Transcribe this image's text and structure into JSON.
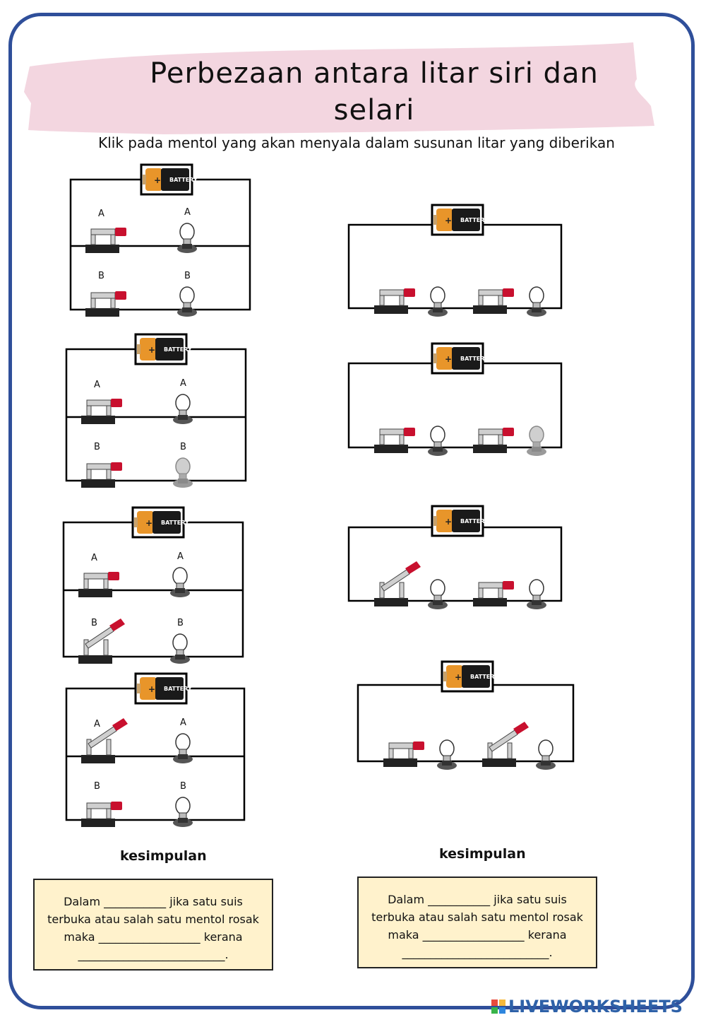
{
  "page": {
    "title_line1": "Perbezaan antara litar siri dan",
    "title_line2": "selari",
    "instruction": "Klik pada mentol yang akan menyala dalam susunan litar yang diberikan"
  },
  "battery_label": "BATTERY",
  "battery_plus": "+",
  "labels": {
    "a": "A",
    "b": "B"
  },
  "parallel_circuits": [
    {
      "switch_a": "closed",
      "switch_b": "closed",
      "bulb_b_dim": false
    },
    {
      "switch_a": "closed",
      "switch_b": "closed",
      "bulb_b_dim": true
    },
    {
      "switch_a": "closed",
      "switch_b": "open",
      "bulb_b_dim": false
    },
    {
      "switch_a": "open",
      "switch_b": "closed",
      "bulb_b_dim": false
    }
  ],
  "series_circuits": [
    {
      "switch_1": "closed",
      "switch_2": "closed",
      "bulb_2_dim": false
    },
    {
      "switch_1": "closed",
      "switch_2": "closed",
      "bulb_2_dim": true
    },
    {
      "switch_1": "open",
      "switch_2": "closed",
      "bulb_2_dim": false
    },
    {
      "switch_1": "closed",
      "switch_2": "open",
      "bulb_2_dim": false
    }
  ],
  "conclusion": {
    "heading_left": "kesimpulan",
    "heading_right": "kesimpulan",
    "left": {
      "line1": "Dalam ___________ jika satu suis",
      "line2": "terbuka atau salah satu mentol rosak",
      "line3": "maka __________________ kerana",
      "line4": "__________________________."
    },
    "right": {
      "line1": "Dalam ___________ jika satu suis",
      "line2": "terbuka atau salah satu mentol rosak",
      "line3": "maka __________________ kerana",
      "line4": "__________________________."
    }
  },
  "logo": {
    "text": "LIVEWORKSHEETS"
  },
  "colors": {
    "frame": "#2f4f9a",
    "brush": "#f3d6e0",
    "box_fill": "#fff2cc",
    "switch_red": "#c8102e",
    "battery_orange": "#e8952a",
    "logo_blue": "#2e61a8"
  }
}
